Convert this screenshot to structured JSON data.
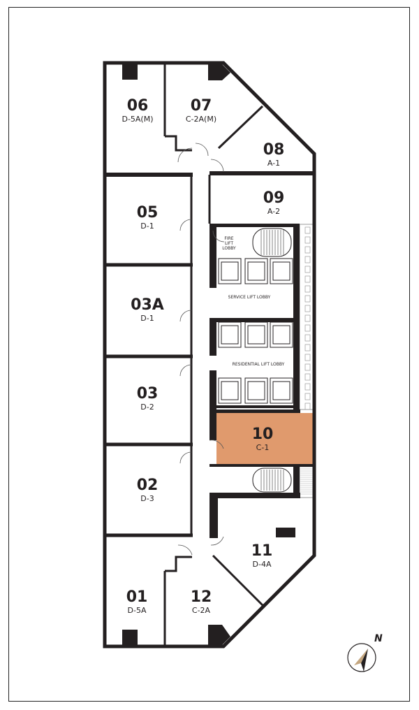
{
  "plan": {
    "highlight_color": "#e09a6d",
    "units": [
      {
        "id": "06",
        "type": "D-5A(M)"
      },
      {
        "id": "07",
        "type": "C-2A(M)"
      },
      {
        "id": "08",
        "type": "A-1"
      },
      {
        "id": "09",
        "type": "A-2"
      },
      {
        "id": "05",
        "type": "D-1"
      },
      {
        "id": "03A",
        "type": "D-1"
      },
      {
        "id": "03",
        "type": "D-2"
      },
      {
        "id": "02",
        "type": "D-3"
      },
      {
        "id": "10",
        "type": "C-1",
        "highlighted": true
      },
      {
        "id": "11",
        "type": "D-4A"
      },
      {
        "id": "01",
        "type": "D-5A"
      },
      {
        "id": "12",
        "type": "C-2A"
      }
    ],
    "labels": {
      "fire_lift_lobby": [
        "FIRE",
        "LIFT",
        "LOBBY"
      ],
      "service_lift_lobby": "SERVICE LIFT LOBBY",
      "residential_lift_lobby": "RESIDENTIAL LIFT LOBBY"
    },
    "compass": {
      "label": "N",
      "icon": "north-arrow-icon"
    }
  }
}
